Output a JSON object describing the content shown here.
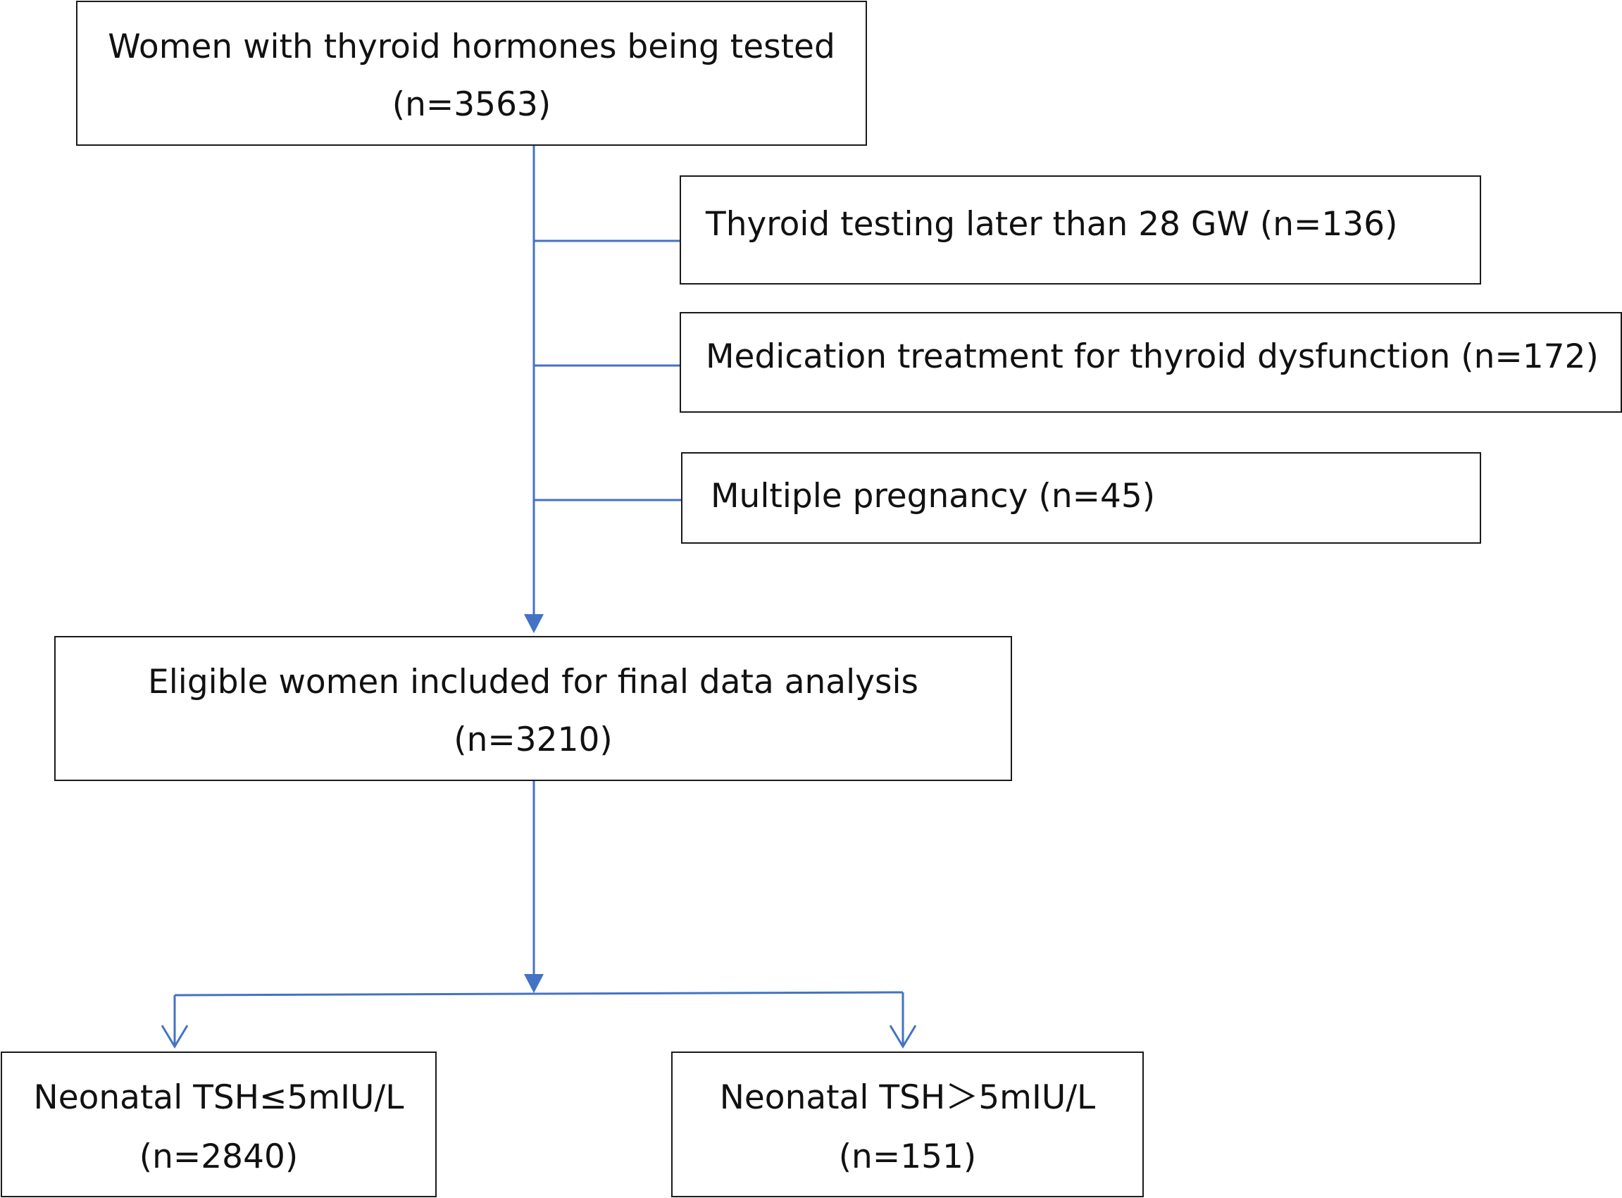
{
  "colors": {
    "connector": "#4472c4",
    "border": "#1a1a1a",
    "text": "#111111"
  },
  "boxes": {
    "start": {
      "title": "Women with thyroid hormones being tested",
      "count": "(n=3563)"
    },
    "exclusions": [
      {
        "text": "Thyroid testing later than 28 GW (n=136)"
      },
      {
        "text": "Medication treatment for thyroid dysfunction (n=172)"
      },
      {
        "text": "Multiple pregnancy (n=45)"
      }
    ],
    "eligible": {
      "title": "Eligible women included for final data analysis",
      "count": "(n=3210)"
    },
    "outcomes": [
      {
        "title": "Neonatal TSH≤5mIU/L",
        "count": "(n=2840)"
      },
      {
        "title": "Neonatal TSH＞5mIU/L",
        "count": "(n=151)"
      }
    ]
  }
}
